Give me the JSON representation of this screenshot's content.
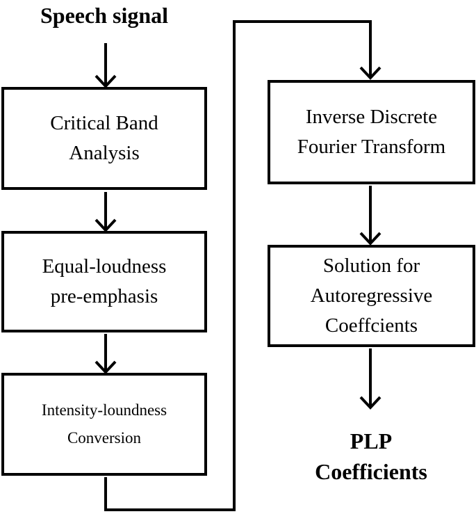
{
  "diagram": {
    "title": "Speech signal",
    "nodes": [
      {
        "id": "critical-band-analysis",
        "label": "Critical Band\nAnalysis"
      },
      {
        "id": "equal-loudness-pre-emphasis",
        "label": "Equal-loudness\npre-emphasis"
      },
      {
        "id": "intensity-loundness-conversion",
        "label": "Intensity-loundness\nConversion"
      },
      {
        "id": "inverse-discrete-fourier-transform",
        "label": "Inverse Discrete\nFourier Transform"
      },
      {
        "id": "solution-for-autoregressive-coeffcients",
        "label": "Solution for\nAutoregressive\nCoeffcients"
      }
    ],
    "output_label": "PLP\nCoefficients",
    "colors": {
      "line": "#000000",
      "text": "#000000",
      "background": "#ffffff"
    }
  }
}
